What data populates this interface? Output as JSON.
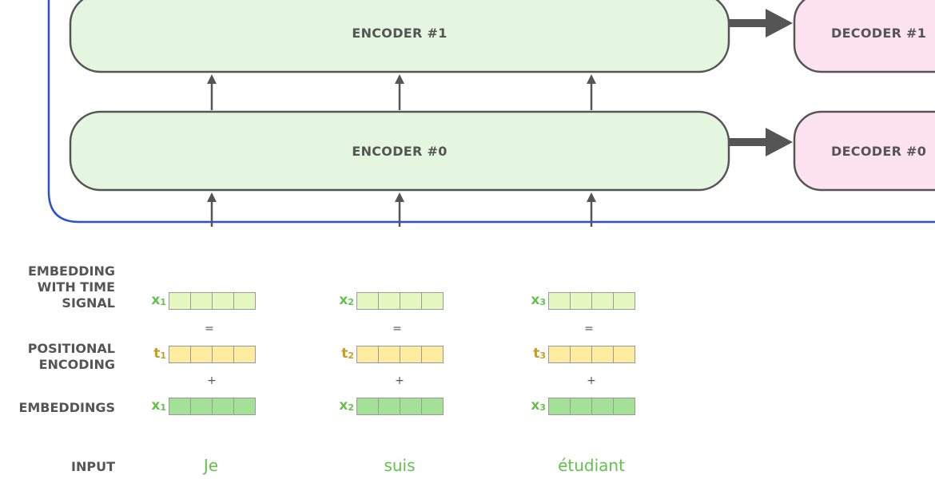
{
  "encoders": [
    {
      "label": "ENCODER #1"
    },
    {
      "label": "ENCODER #0"
    }
  ],
  "decoders": [
    {
      "label": "DECODER #1"
    },
    {
      "label": "DECODER #0"
    }
  ],
  "rows": {
    "embedding_with_time_signal": "EMBEDDING\nWITH TIME\nSIGNAL",
    "positional_encoding": "POSITIONAL\nENCODING",
    "embeddings": "EMBEDDINGS",
    "input": "INPUT"
  },
  "operators": {
    "equals": "=",
    "plus": "+"
  },
  "tokens": [
    {
      "word": "Je",
      "x_symbol": "x",
      "t_symbol": "t",
      "index": "1"
    },
    {
      "word": "suis",
      "x_symbol": "x",
      "t_symbol": "t",
      "index": "2"
    },
    {
      "word": "étudiant",
      "x_symbol": "x",
      "t_symbol": "t",
      "index": "3"
    }
  ],
  "colors": {
    "encoder_fill": "#e5f6e0",
    "decoder_fill": "#fde3ef",
    "stack_outline": "#2f4fd1",
    "arrow": "#555555",
    "word_green": "#62c24a",
    "t_gold": "#c89f1b",
    "x_cell": "#e4f8c0",
    "t_cell": "#fdec9f",
    "embedding_cell": "#a3e196"
  }
}
